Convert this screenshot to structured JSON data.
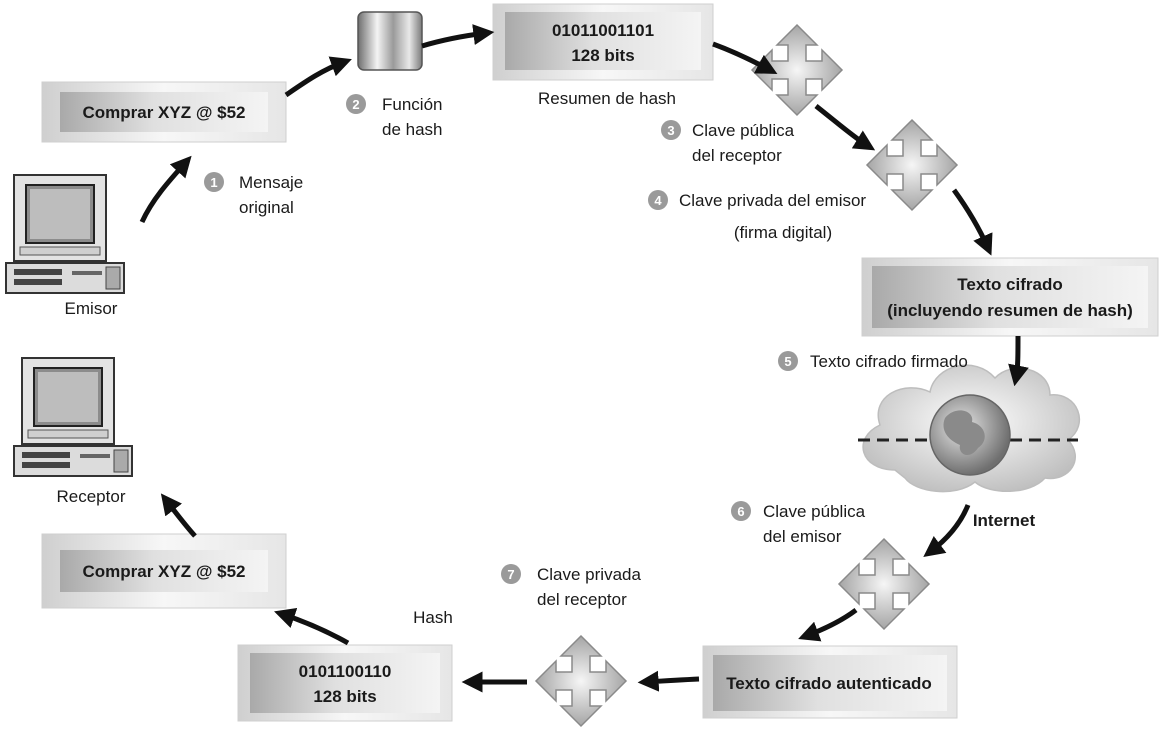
{
  "sender": {
    "label": "Emisor",
    "message": "Comprar XYZ @ $52"
  },
  "receiver": {
    "label": "Receptor",
    "message": "Comprar XYZ @ $52"
  },
  "hash_function": {
    "label_line1": "Función",
    "label_line2": "de hash"
  },
  "hash_digest": {
    "line1": "01011001101",
    "line2": "128 bits",
    "caption": "Resumen de hash"
  },
  "ciphertext": {
    "line1": "Texto cifrado",
    "line2": "(incluyendo resumen de hash)"
  },
  "authenticated": {
    "label": "Texto cifrado autenticado"
  },
  "receiver_hash": {
    "line1": "0101100110",
    "line2": "128 bits",
    "caption": "Hash"
  },
  "internet": {
    "label": "Internet"
  },
  "steps": [
    {
      "num": "1",
      "line1": "Mensaje",
      "line2": "original"
    },
    {
      "num": "2",
      "line1": "Función",
      "line2": "de hash"
    },
    {
      "num": "3",
      "line1": "Clave pública",
      "line2": "del receptor"
    },
    {
      "num": "4",
      "line1": "Clave privada del emisor",
      "line2": "(firma digital)"
    },
    {
      "num": "5",
      "line1": "Texto cifrado firmado",
      "line2": ""
    },
    {
      "num": "6",
      "line1": "Clave pública",
      "line2": "del emisor"
    },
    {
      "num": "7",
      "line1": "Clave privada",
      "line2": "del receptor"
    }
  ]
}
